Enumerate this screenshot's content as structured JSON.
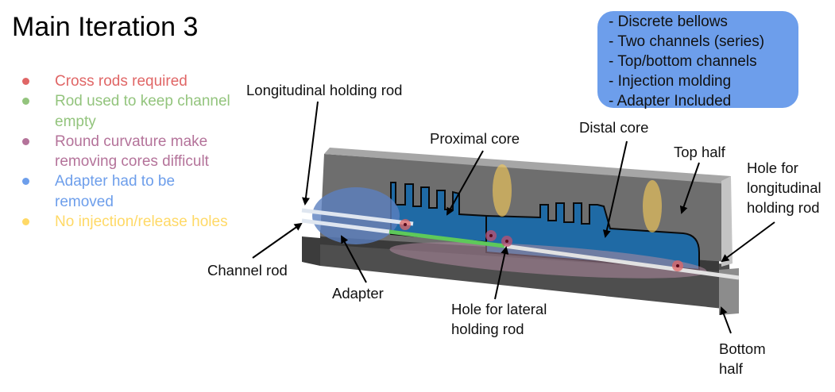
{
  "slide": {
    "title": "Main Iteration 3"
  },
  "legend": {
    "items": [
      {
        "text": "Cross rods required",
        "color": "#e06666"
      },
      {
        "text": "Rod used to keep channel empty",
        "color": "#93c47d"
      },
      {
        "text": "Round curvature make removing cores difficult",
        "color": "#b4739a"
      },
      {
        "text": "Adapter had to be removed",
        "color": "#6d9eeb"
      },
      {
        "text": "No injection/release holes",
        "color": "#ffd966"
      }
    ]
  },
  "summary_box": {
    "background": "#6d9eeb",
    "lines": [
      "- Discrete bellows",
      "- Two channels (series)",
      "- Top/bottom channels",
      "- Injection molding",
      "- Adapter Included"
    ]
  },
  "callouts": {
    "longitudinal_holding_rod": "Longitudinal holding rod",
    "proximal_core": "Proximal core",
    "distal_core": "Distal core",
    "top_half": "Top half",
    "hole_longitudinal_line1": "Hole for",
    "hole_longitudinal_line2": "longitudinal",
    "hole_longitudinal_line3": "holding rod",
    "channel_rod": "Channel rod",
    "adapter": "Adapter",
    "hole_lateral_line1": "Hole for lateral",
    "hole_lateral_line2": "holding rod",
    "bottom_half_line1": "Bottom",
    "bottom_half_line2": "half"
  }
}
